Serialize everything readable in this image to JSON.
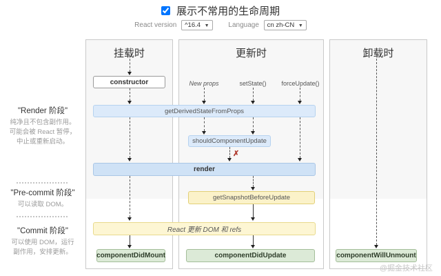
{
  "header": {
    "toggle_label": "展示不常用的生命周期",
    "react_version_label": "React version",
    "react_version_value": "^16.4",
    "language_label": "Language",
    "language_value": "cn zh-CN"
  },
  "icons": {
    "dropdown": "▼"
  },
  "columns": {
    "mounting": "挂载时",
    "updating": "更新时",
    "unmounting": "卸载时"
  },
  "phases": {
    "render": {
      "title": "\"Render 阶段\"",
      "desc1": "纯净且不包含副作用。",
      "desc2": "可能会被 React 暂停，",
      "desc3": "中止或重新启动。"
    },
    "precommit": {
      "title": "\"Pre-commit 阶段\"",
      "desc1": "可以读取 DOM。"
    },
    "commit": {
      "title": "\"Commit 阶段\"",
      "desc1": "可以使用 DOM，运行",
      "desc2": "副作用，安排更新。"
    }
  },
  "triggers": {
    "new_props": "New props",
    "set_state": "setState()",
    "force_update": "forceUpdate()"
  },
  "boxes": {
    "constructor": "constructor",
    "get_derived": "getDerivedStateFromProps",
    "should_update": "shouldComponentUpdate",
    "render": "render",
    "get_snapshot": "getSnapshotBeforeUpdate",
    "react_updates": "React 更新 DOM 和 refs",
    "did_mount": "componentDidMount",
    "did_update": "componentDidUpdate",
    "will_unmount": "componentWillUnmount"
  },
  "misc": {
    "false_mark": "✗",
    "watermark": "@掘金技术社区"
  },
  "colors": {
    "box_blue": "#cfe2f6",
    "box_blue_light": "#dceafa",
    "box_yellow": "#fdf6d3",
    "box_yellow_light": "#fbf2c9",
    "box_green": "#dcead7",
    "column_gray": "#f7f7f7",
    "false_red": "#b03a2e"
  }
}
